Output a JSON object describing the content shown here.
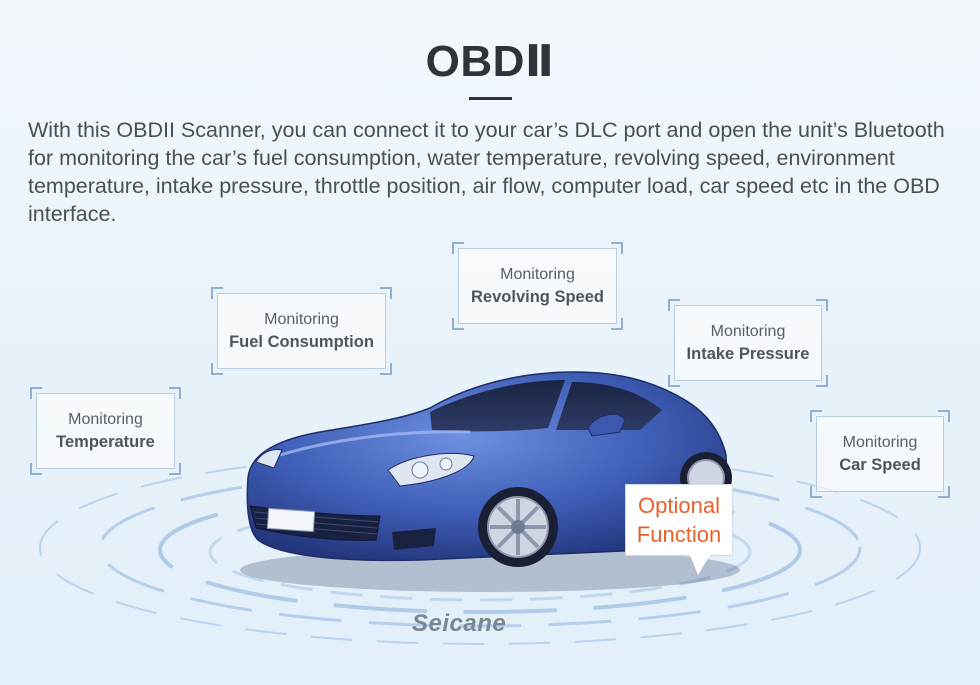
{
  "header": {
    "title": "OBDⅡ"
  },
  "description": "With this OBDII Scanner, you can connect it to your car’s DLC port and open the unit’s Bluetooth for monitoring the car’s fuel consumption, water temperature, revolving speed, environment temperature, intake pressure, throttle position, air flow, computer load, car speed etc in the OBD interface.",
  "features": [
    {
      "line1": "Monitoring",
      "line2": "Temperature"
    },
    {
      "line1": "Monitoring",
      "line2": "Fuel Consumption"
    },
    {
      "line1": "Monitoring",
      "line2": "Revolving Speed"
    },
    {
      "line1": "Monitoring",
      "line2": "Intake Pressure"
    },
    {
      "line1": "Monitoring",
      "line2": "Car Speed"
    }
  ],
  "optional": {
    "line1": "Optional",
    "line2": "Function"
  },
  "brand": {
    "logo": "Seicane"
  },
  "colors": {
    "car_body": "#3f5fb8",
    "accent": "#e8612c",
    "frame": "#8fb0d2"
  }
}
